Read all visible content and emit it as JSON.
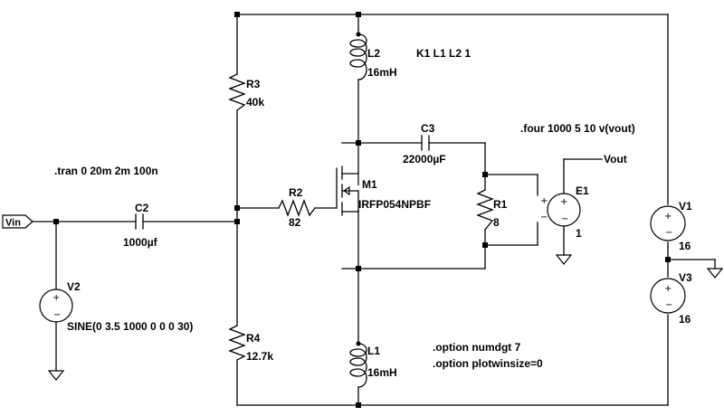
{
  "directives": {
    "tran": ".tran 0 20m 2m 100n",
    "four": ".four 1000 5 10 v(vout)",
    "coupling": "K1 L1 L2 1",
    "option_numdgt": ".option numdgt 7",
    "option_plotwinsize": ".option plotwinsize=0"
  },
  "ports": {
    "input": "Vin",
    "output": "Vout"
  },
  "components": {
    "C2": {
      "name": "C2",
      "value": "1000µf"
    },
    "C3": {
      "name": "C3",
      "value": "22000µF"
    },
    "R1": {
      "name": "R1",
      "value": "8"
    },
    "R2": {
      "name": "R2",
      "value": "82"
    },
    "R3": {
      "name": "R3",
      "value": "40k"
    },
    "R4": {
      "name": "R4",
      "value": "12.7k"
    },
    "L1": {
      "name": "L1",
      "value": "16mH"
    },
    "L2": {
      "name": "L2",
      "value": "16mH"
    },
    "M1": {
      "name": "M1",
      "value": "IRFP054NPBF"
    },
    "E1": {
      "name": "E1",
      "value": "1"
    },
    "V1": {
      "name": "V1",
      "value": "16"
    },
    "V2": {
      "name": "V2",
      "value": "SINE(0 3.5 1000 0 0 0 30)"
    },
    "V3": {
      "name": "V3",
      "value": "16"
    }
  }
}
